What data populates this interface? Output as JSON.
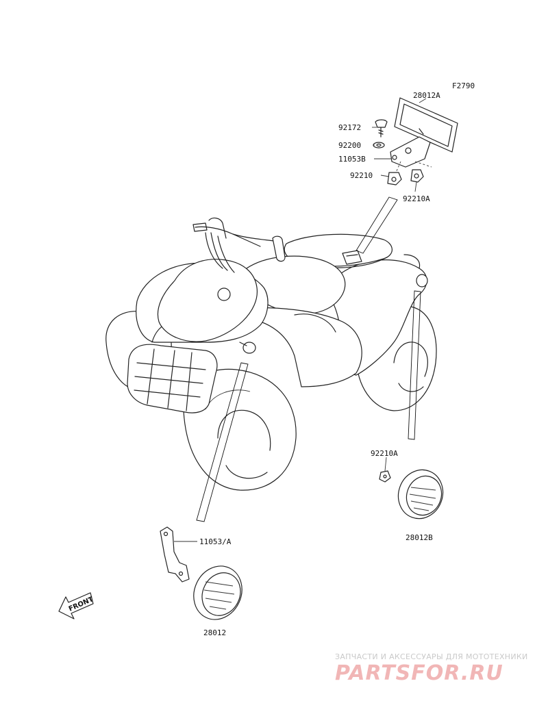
{
  "diagram": {
    "figure_code": "F2790",
    "parts": [
      {
        "number": "28012A"
      },
      {
        "number": "92172"
      },
      {
        "number": "92200"
      },
      {
        "number": "11053B"
      },
      {
        "number": "92210"
      },
      {
        "number": "92210A"
      },
      {
        "number": "92210A"
      },
      {
        "number": "28012B"
      },
      {
        "number": "11053/A"
      },
      {
        "number": "28012"
      }
    ],
    "front_label": "FRONT"
  },
  "watermark": {
    "tagline": "ЗАПЧАСТИ И АКСЕССУАРЫ ДЛЯ МОТОТЕХНИКИ",
    "logo": "PARTSFOR.RU"
  }
}
